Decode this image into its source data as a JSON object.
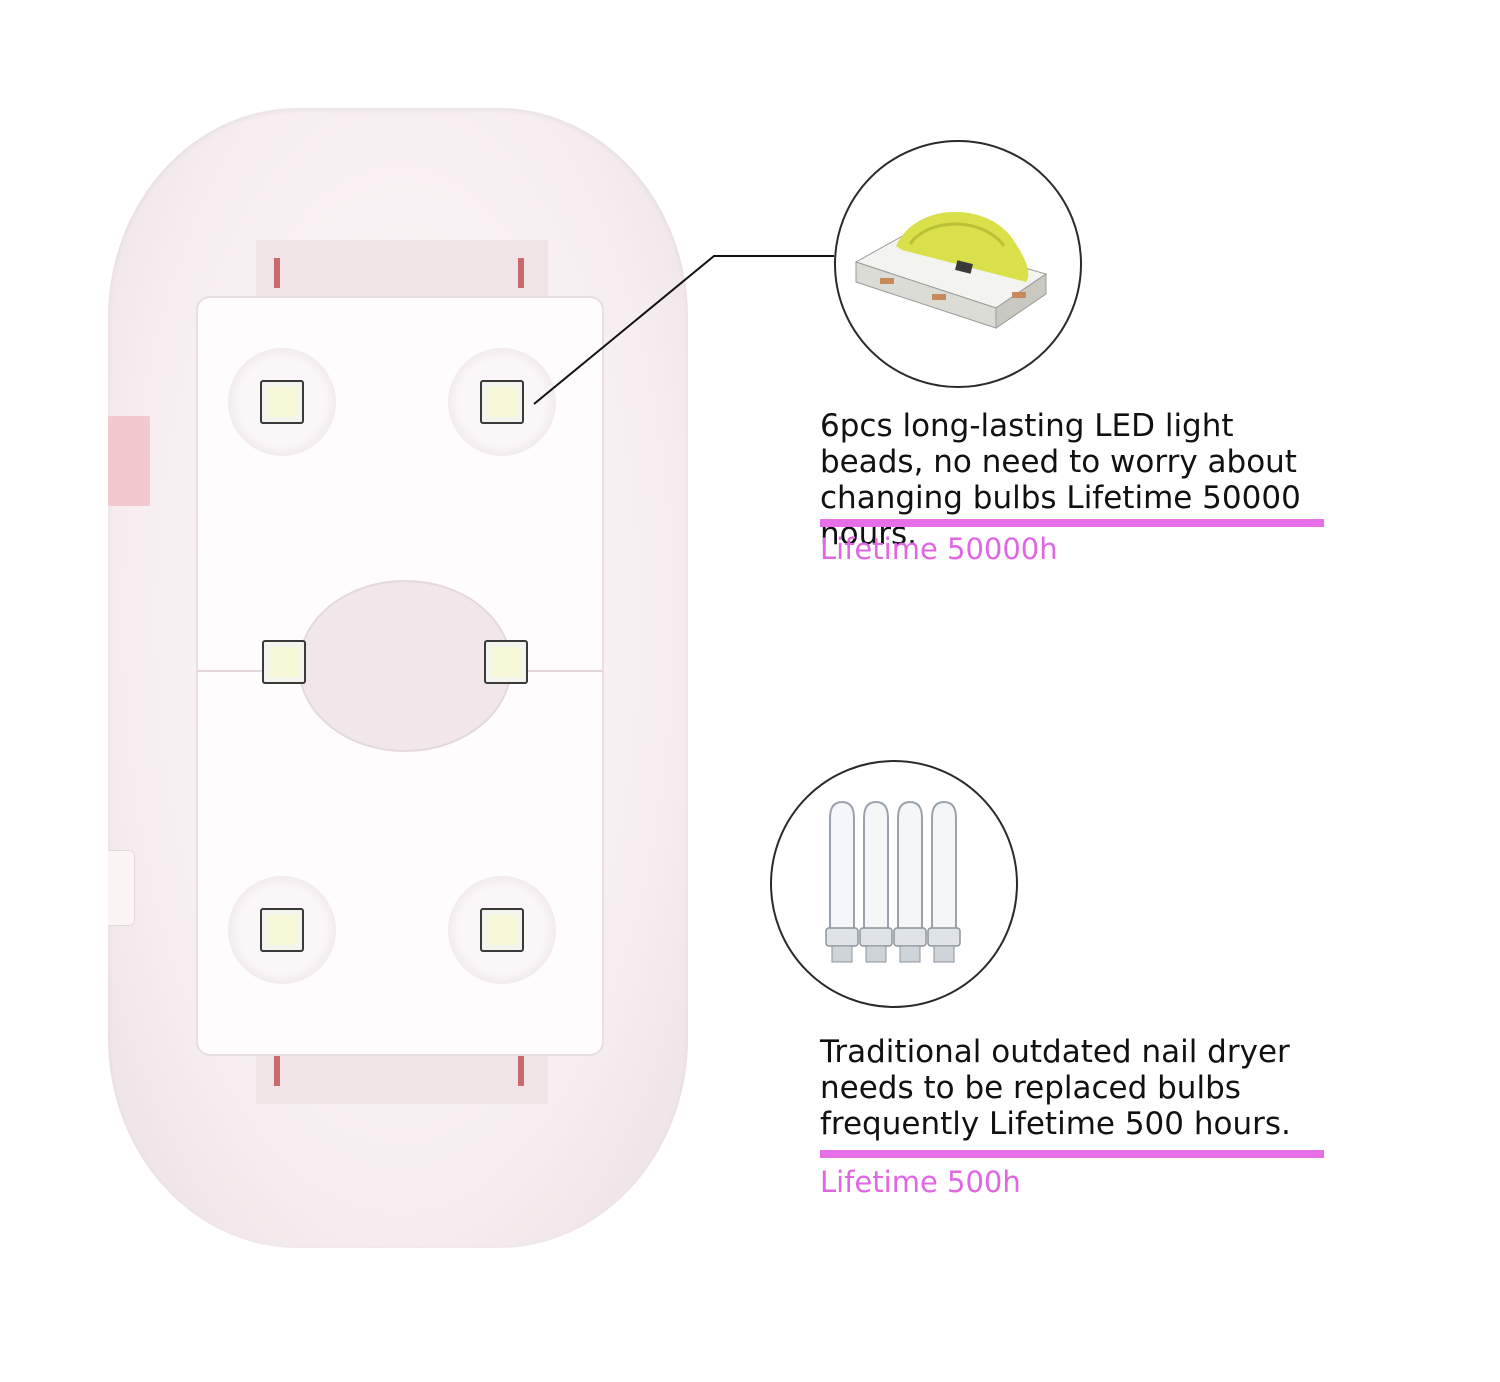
{
  "led_section": {
    "description": "6pcs long-lasting LED light beads, no need to worry about changing bulbs Lifetime 50000 hours.",
    "lifetime_label": "Lifetime 50000h",
    "inset_icon": "led-chip-icon"
  },
  "bulb_section": {
    "description": "Traditional outdated nail dryer needs to be replaced bulbs frequently Lifetime 500 hours.",
    "lifetime_label": "Lifetime 500h",
    "inset_icon": "uv-bulbs-icon"
  },
  "colors": {
    "accent": "#e76ee9",
    "lifetime_text": "#e066e4",
    "lamp_body": "#f6eef0"
  }
}
